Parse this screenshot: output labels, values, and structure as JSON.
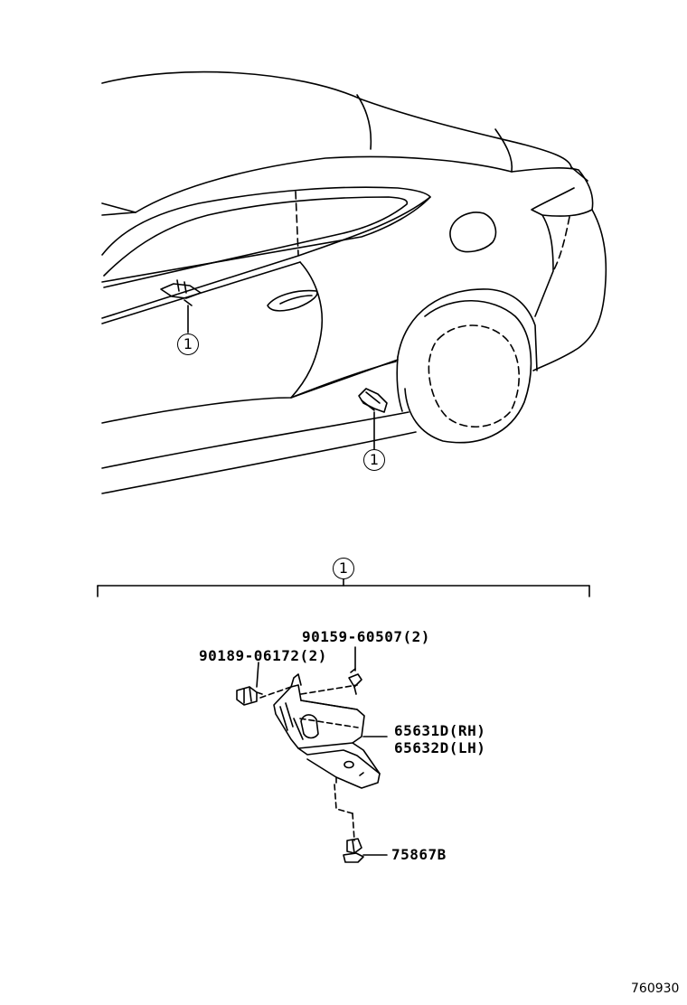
{
  "callouts": {
    "item1": "1"
  },
  "parts": {
    "bolt": "90159-60507(2)",
    "nut": "90189-06172(2)",
    "bracket_rh": "65631D(RH)",
    "bracket_lh": "65632D(LH)",
    "clip": "75867B"
  },
  "figure_number": "760930"
}
